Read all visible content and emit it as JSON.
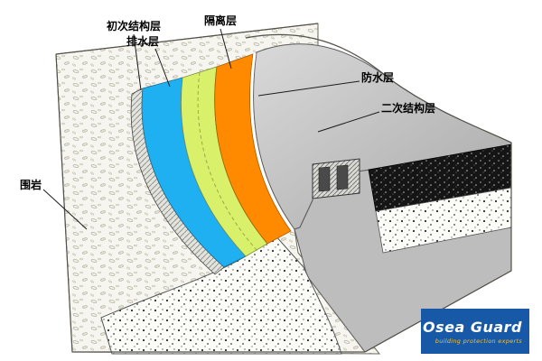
{
  "diagram": {
    "labels": {
      "primary_lining": "初次结构层",
      "drainage_layer": "排水层",
      "isolation_layer": "隔离层",
      "waterproof_layer": "防水层",
      "secondary_lining": "二次结构层",
      "surrounding_rock": "围岩"
    },
    "layer_colors": {
      "drainage_board_cyan": "#1eb0f0",
      "isolation_green": "#d8f06a",
      "waterproof_orange": "#ff8a00",
      "lining_gray": "#bdbdbd",
      "rock_background": "#f6f5ef",
      "asphalt_black": "#151515"
    }
  },
  "logo": {
    "name": "Osea Guard",
    "tagline": "building protection experts",
    "background": "#1759a7",
    "tagline_color": "#f0c040"
  }
}
